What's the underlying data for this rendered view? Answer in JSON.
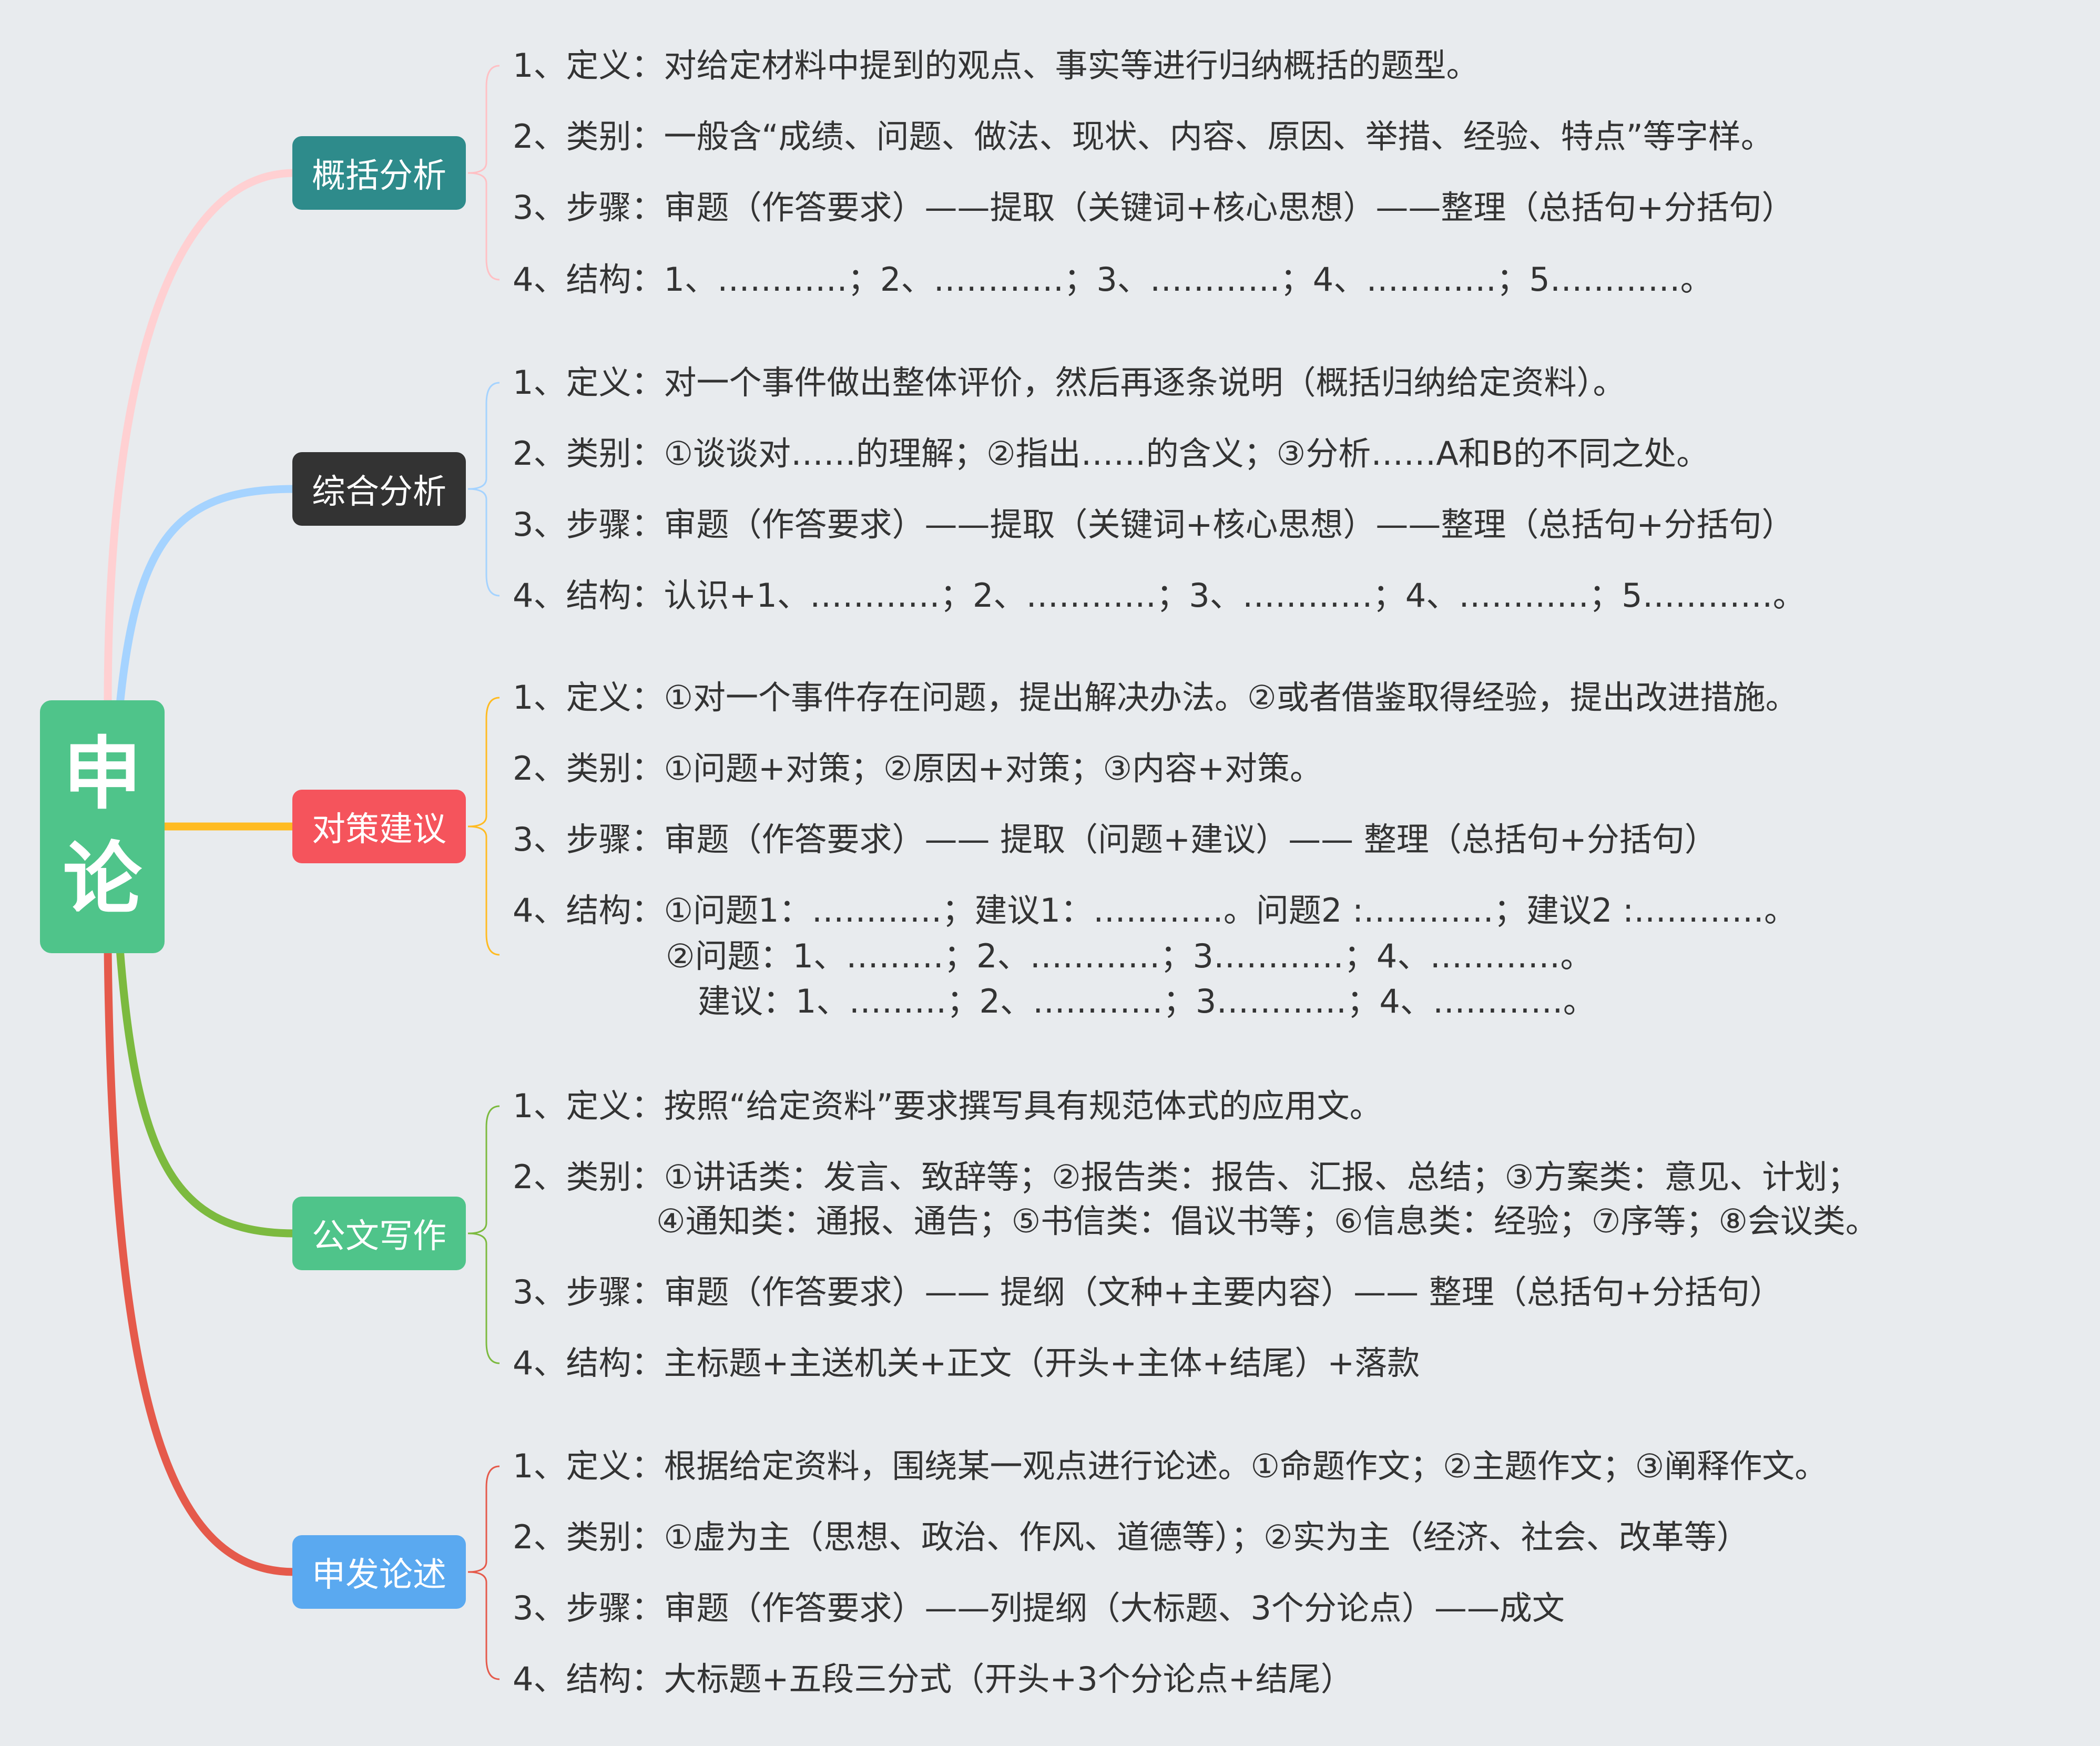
{
  "root": {
    "char1": "申",
    "char2": "论",
    "color": "#4fc48a"
  },
  "branches": [
    {
      "label": "概括分析",
      "color": "#2e8b8b",
      "link_color": "#ffd0d2",
      "lines": [
        "1、定义：对给定材料中提到的观点、事实等进行归纳概括的题型。",
        "2、类别：一般含“成绩、问题、做法、现状、内容、原因、举措、经验、特点”等字样。",
        "3、步骤：审题（作答要求）——提取（关键词+核心思想）——整理（总括句+分括句）",
        "4、结构：1、…………；2、…………；3、…………；4、…………；5…………。"
      ]
    },
    {
      "label": "综合分析",
      "color": "#333333",
      "link_color": "#a5d3ff",
      "lines": [
        "1、定义：对一个事件做出整体评价，然后再逐条说明（概括归纳给定资料）。",
        "2、类别：①谈谈对……的理解；②指出……的含义；③分析……A和B的不同之处。",
        "3、步骤：审题（作答要求）——提取（关键词+核心思想）——整理（总括句+分括句）",
        "4、结构：认识+1、…………；2、…………；3、…………；4、…………；5…………。"
      ]
    },
    {
      "label": "对策建议",
      "color": "#f5545c",
      "link_color": "#ffbb22",
      "lines": [
        "1、定义：①对一个事件存在问题，提出解决办法。②或者借鉴取得经验，提出改进措施。",
        "2、类别：①问题+对策；②原因+对策；③内容+对策。",
        "3、步骤：审题（作答要求）—— 提取（问题+建议）—— 整理（总括句+分括句）",
        "4、结构：①问题1：…………；建议1：…………。问题2 :…………；建议2 :…………。",
        "②问题：1、………；2、…………；3…………；4、…………。",
        "建议：1、………；2、…………；3…………；4、…………。"
      ]
    },
    {
      "label": "公文写作",
      "color": "#4fc48a",
      "link_color": "#7cba3f",
      "lines": [
        "1、定义：按照“给定资料”要求撰写具有规范体式的应用文。",
        "2、类别：①讲话类：发言、致辞等；②报告类：报告、汇报、总结；③方案类：意见、计划；",
        "④通知类：通报、通告；⑤书信类：倡议书等；⑥信息类：经验；⑦序等；⑧会议类。",
        "3、步骤：审题（作答要求）—— 提纲（文种+主要内容）—— 整理（总括句+分括句）",
        "4、结构：主标题+主送机关+正文（开头+主体+结尾）+落款"
      ]
    },
    {
      "label": "申发论述",
      "color": "#5aa9f0",
      "link_color": "#e55a4b",
      "lines": [
        "1、定义：根据给定资料，围绕某一观点进行论述。①命题作文；②主题作文；③阐释作文。",
        "2、类别：①虚为主（思想、政治、作风、道德等）；②实为主（经济、社会、改革等）",
        "3、步骤：审题（作答要求）——列提纲（大标题、3个分论点）——成文",
        "4、结构：大标题+五段三分式（开头+3个分论点+结尾）"
      ]
    }
  ]
}
